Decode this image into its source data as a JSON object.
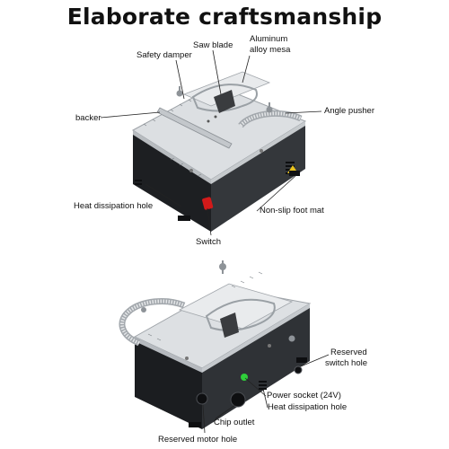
{
  "title": "Elaborate craftsmanship",
  "labels": {
    "saw_blade": "Saw blade",
    "aluminum_line1": "Aluminum",
    "aluminum_line2": "alloy mesa",
    "safety_damper": "Safety damper",
    "backer": "backer",
    "angle_pusher": "Angle pusher",
    "heat_hole_top": "Heat dissipation hole",
    "non_slip": "Non-slip foot mat",
    "switch": "Switch",
    "reserved_switch_line1": "Reserved",
    "reserved_switch_line2": "switch hole",
    "power_socket": "Power socket (24V)",
    "heat_hole_bottom": "Heat dissipation hole",
    "chip_outlet": "Chip outlet",
    "reserved_motor": "Reserved motor hole"
  },
  "colors": {
    "aluminum": "#d9dcdf",
    "aluminum_dark": "#a9aeb3",
    "body": "#2b2d30",
    "body_dark": "#17181a",
    "switch_red": "#d21a1a",
    "led_green": "#2fcf3a"
  }
}
